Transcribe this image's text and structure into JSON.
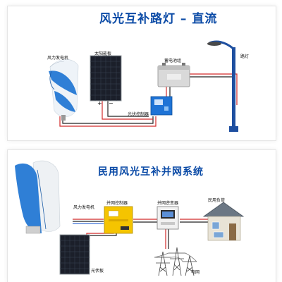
{
  "top_panel": {
    "title": "风光互补路灯 – 直流",
    "labels": {
      "wind_turbine": "风力发电机",
      "solar_panel": "太阳能板",
      "battery": "蓄电池组",
      "controller": "光伏控制器",
      "street_lamp": "路灯"
    },
    "polarity": {
      "plus": "+",
      "minus": "−"
    }
  },
  "bottom_panel": {
    "title": "民用风光互补并网系统",
    "labels": {
      "wind_turbine": "风力发电机",
      "grid_controller": "并网控制器",
      "grid_inverter": "并网逆变器",
      "home_load": "民用负荷",
      "pv_modules": "光伏板",
      "power_grid": "电网"
    }
  },
  "colors": {
    "title": "#0a4aa6",
    "wire_red": "#d22b2b",
    "wire_black": "#222222",
    "wire_blue": "#3a6fd8",
    "blade_blue": "#2f7fd6",
    "controller_yellow": "#f5c400"
  }
}
